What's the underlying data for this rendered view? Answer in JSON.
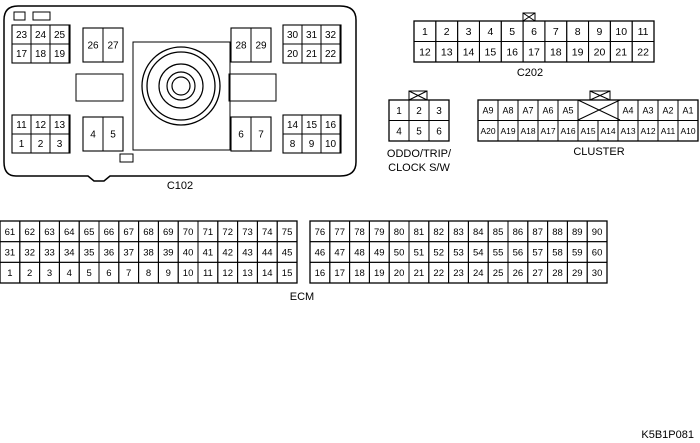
{
  "c102": {
    "label": "C102",
    "group_top_left": {
      "top": [
        "23",
        "24",
        "25"
      ],
      "bottom": [
        "17",
        "18",
        "19"
      ]
    },
    "group_top_mid": [
      "26",
      "27"
    ],
    "group_top_mid2": [
      "28",
      "29"
    ],
    "group_top_right": {
      "top": [
        "30",
        "31",
        "32"
      ],
      "bottom": [
        "20",
        "21",
        "22"
      ]
    },
    "group_bottom_left": {
      "top": [
        "11",
        "12",
        "13"
      ],
      "bottom": [
        "1",
        "2",
        "3"
      ]
    },
    "group_bottom_mid": [
      "4",
      "5"
    ],
    "group_bottom_mid2": [
      "6",
      "7"
    ],
    "group_bottom_right": {
      "top": [
        "14",
        "15",
        "16"
      ],
      "bottom": [
        "8",
        "9",
        "10"
      ]
    }
  },
  "c202": {
    "label": "C202",
    "row1": [
      "1",
      "2",
      "3",
      "4",
      "5",
      "6",
      "7",
      "8",
      "9",
      "10",
      "11"
    ],
    "row2": [
      "12",
      "13",
      "14",
      "15",
      "16",
      "17",
      "18",
      "19",
      "20",
      "21",
      "22"
    ]
  },
  "oddo": {
    "label_line1": "ODDO/TRIP/",
    "label_line2": "CLOCK S/W",
    "row1": [
      "1",
      "2",
      "3"
    ],
    "row2": [
      "4",
      "5",
      "6"
    ]
  },
  "cluster": {
    "label": "CLUSTER",
    "row1_left": [
      "A9",
      "A8",
      "A7",
      "A6",
      "A5"
    ],
    "row1_right": [
      "A4",
      "A3",
      "A2",
      "A1"
    ],
    "row2": [
      "A20",
      "A19",
      "A18",
      "A17",
      "A16",
      "A15",
      "A14",
      "A13",
      "A12",
      "A11",
      "A10"
    ]
  },
  "ecm": {
    "label": "ECM",
    "left": {
      "row1": [
        "61",
        "62",
        "63",
        "64",
        "65",
        "66",
        "67",
        "68",
        "69",
        "70",
        "71",
        "72",
        "73",
        "74",
        "75"
      ],
      "row2": [
        "31",
        "32",
        "33",
        "34",
        "35",
        "36",
        "37",
        "38",
        "39",
        "40",
        "41",
        "42",
        "43",
        "44",
        "45"
      ],
      "row3": [
        "1",
        "2",
        "3",
        "4",
        "5",
        "6",
        "7",
        "8",
        "9",
        "10",
        "11",
        "12",
        "13",
        "14",
        "15"
      ]
    },
    "right": {
      "row1": [
        "76",
        "77",
        "78",
        "79",
        "80",
        "81",
        "82",
        "83",
        "84",
        "85",
        "86",
        "87",
        "88",
        "89",
        "90"
      ],
      "row2": [
        "46",
        "47",
        "48",
        "49",
        "50",
        "51",
        "52",
        "53",
        "54",
        "55",
        "56",
        "57",
        "58",
        "59",
        "60"
      ],
      "row3": [
        "16",
        "17",
        "18",
        "19",
        "20",
        "21",
        "22",
        "23",
        "24",
        "25",
        "26",
        "27",
        "28",
        "29",
        "30"
      ]
    }
  },
  "figure_code": "K5B1P081"
}
